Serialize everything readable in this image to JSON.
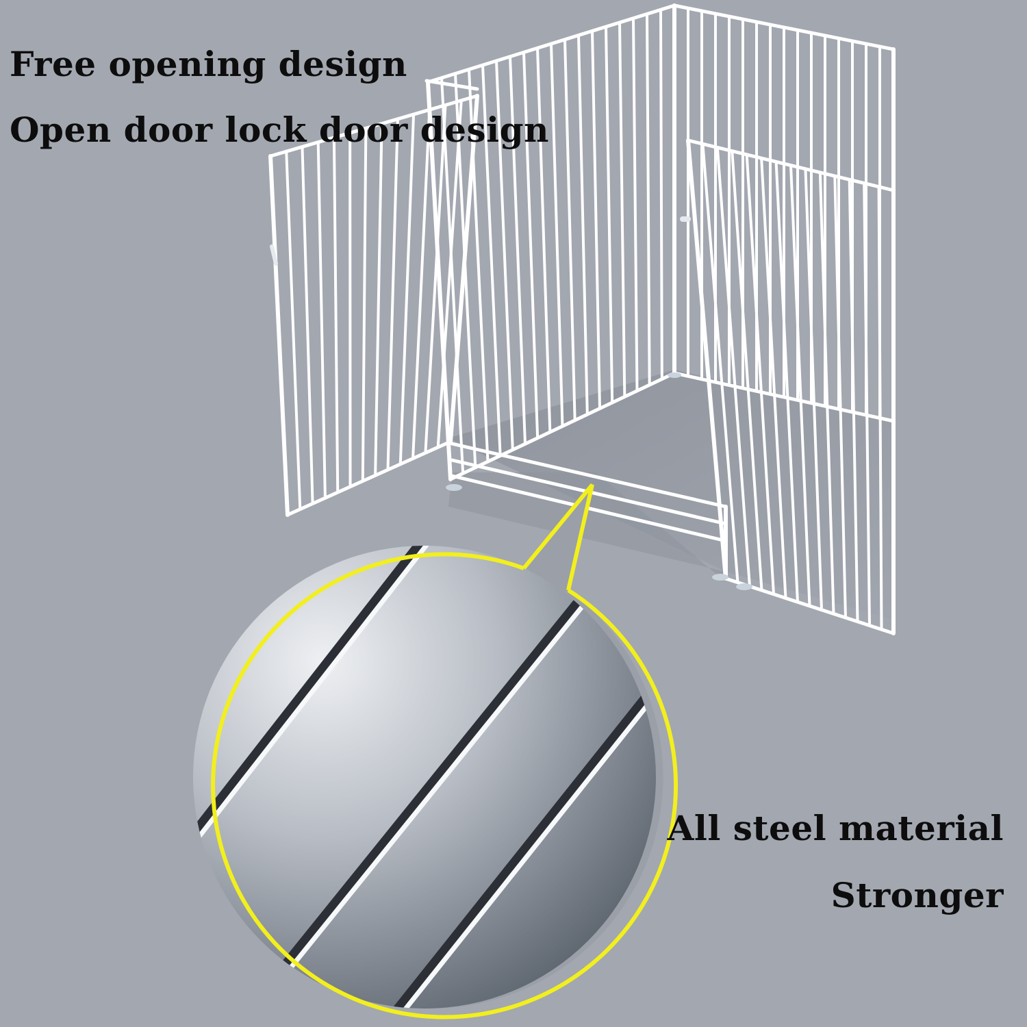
{
  "captions": {
    "free_opening": "Free opening design",
    "open_door_lock": "Open door lock door design",
    "all_steel": "All steel material",
    "stronger": "Stronger"
  },
  "colors": {
    "background": "#a3a7b0",
    "cage_bars": "#ffffff",
    "callout_border": "#f2ef1e",
    "text": "#0d0d0d"
  }
}
